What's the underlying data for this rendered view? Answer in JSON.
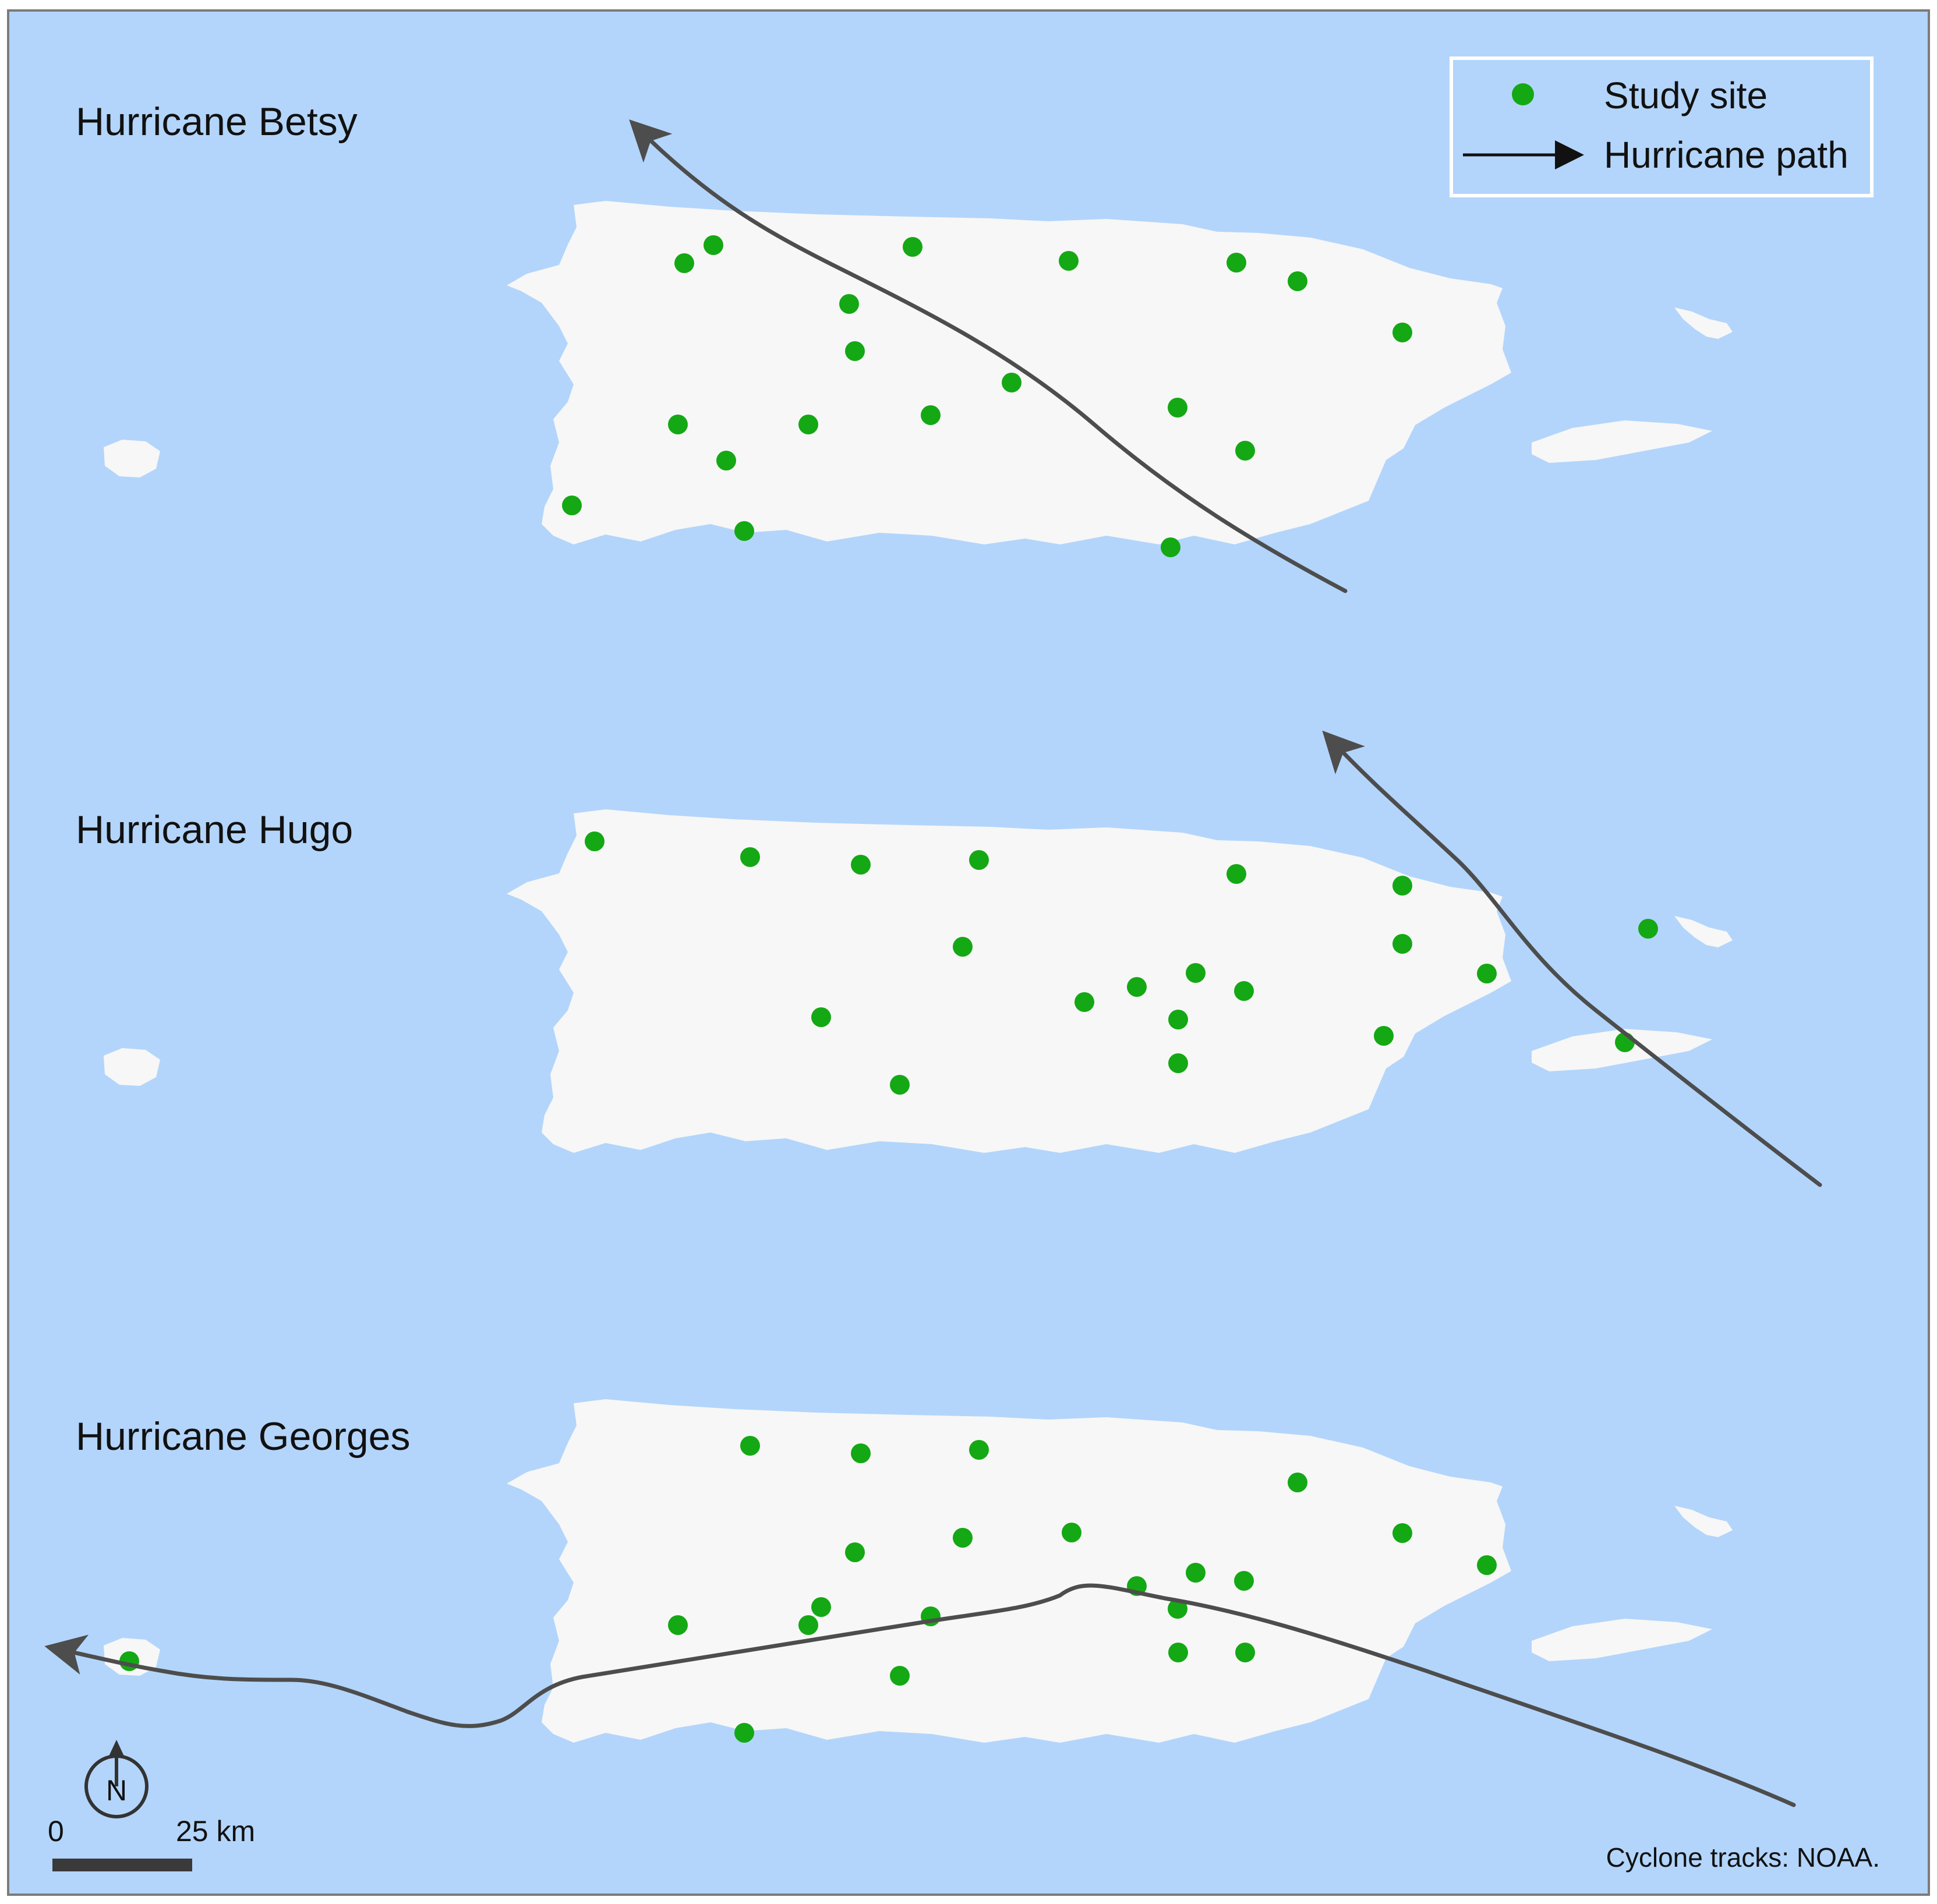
{
  "colors": {
    "sea": "#b3d5fb",
    "land": "#f7f7f7",
    "site": "#14a814",
    "path": "#4d4d4d",
    "frame": "#7b7b7b"
  },
  "legend": {
    "site_label": "Study site",
    "path_label": "Hurricane path"
  },
  "panels": [
    {
      "title": "Hurricane Betsy"
    },
    {
      "title": "Hurricane Hugo"
    },
    {
      "title": "Hurricane Georges"
    }
  ],
  "scale_bar": {
    "start_label": "0",
    "end_label": "25 km"
  },
  "north_arrow": {
    "label": "N",
    "icon": "north-arrow-icon"
  },
  "credit": "Cyclone tracks: NOAA."
}
